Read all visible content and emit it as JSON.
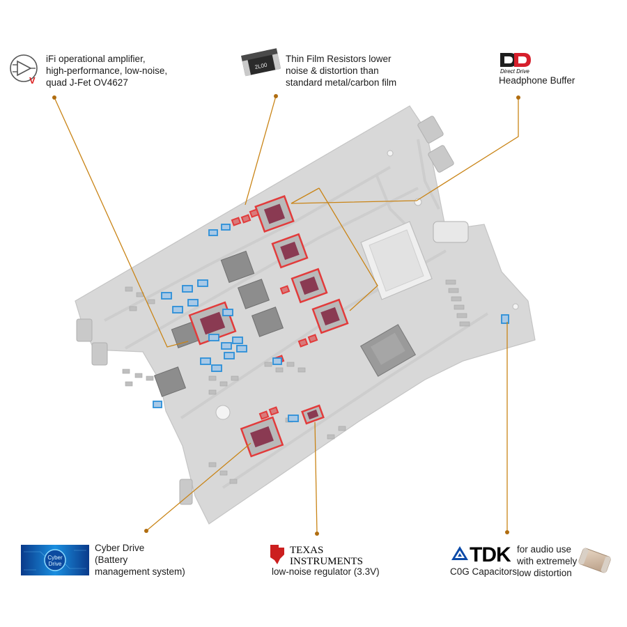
{
  "callouts": {
    "opamp": {
      "icon": "op-amp-triangle-icon",
      "lines": [
        "iFi operational amplifier,",
        "high-performance, low-noise,",
        "quad J-Fet OV4627"
      ]
    },
    "resistors": {
      "icon": "thin-film-resistor-icon",
      "chip_marking": "2L00",
      "lines": [
        "Thin Film Resistors lower",
        "noise & distortion than",
        "standard metal/carbon film"
      ]
    },
    "direct_drive": {
      "logo_text": "Direct Drive",
      "lines": [
        "Headphone Buffer"
      ]
    },
    "cyber_drive": {
      "logo_text": [
        "Cyber",
        "Drive"
      ],
      "lines": [
        "Cyber Drive",
        "(Battery",
        "management system)"
      ]
    },
    "texas_instruments": {
      "logo_text": [
        "TEXAS",
        "INSTRUMENTS"
      ],
      "lines": [
        "low-noise regulator (3.3V)"
      ]
    },
    "tdk": {
      "logo_text": "TDK",
      "lines_right": [
        "for audio use",
        "with extremely",
        "low distortion"
      ],
      "caption": "C0G Capacitors"
    }
  },
  "colors": {
    "leader_line": "#c98416",
    "leader_dot": "#b06d10",
    "board": "#d9d9d9",
    "board_edge": "#c8c8c8",
    "highlight_red": "#e23b3b",
    "highlight_blue": "#2b8fd8",
    "tdk_blue": "#0b4aa8",
    "ti_red": "#cc1f1f"
  }
}
